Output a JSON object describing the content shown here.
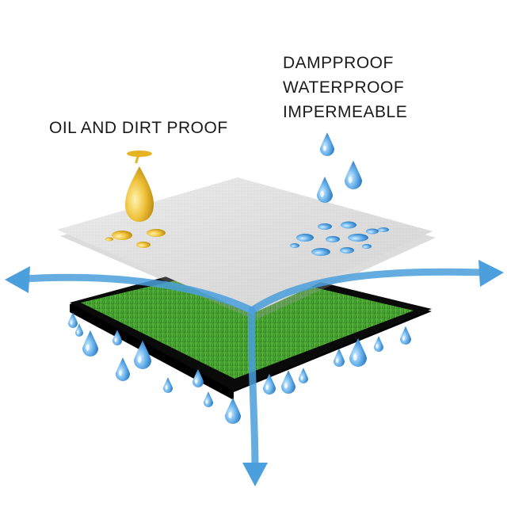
{
  "labels": {
    "oil_dirt": "OIL AND DIRT PROOF",
    "moisture": [
      "DAMPPROOF",
      "WATERPROOF",
      "IMPERMEABLE"
    ]
  },
  "colors": {
    "background": "#ffffff",
    "film": "#dcdcdc",
    "turf": "#3f9b2c",
    "base": "#0a0a0a",
    "water": "#3a8fd6",
    "oil": "#e6b422",
    "arrow": "#4a9fdc",
    "text": "#1a1a1a"
  },
  "icons": [
    "oil-drop-icon",
    "water-drop-icon",
    "arrow-icon"
  ]
}
